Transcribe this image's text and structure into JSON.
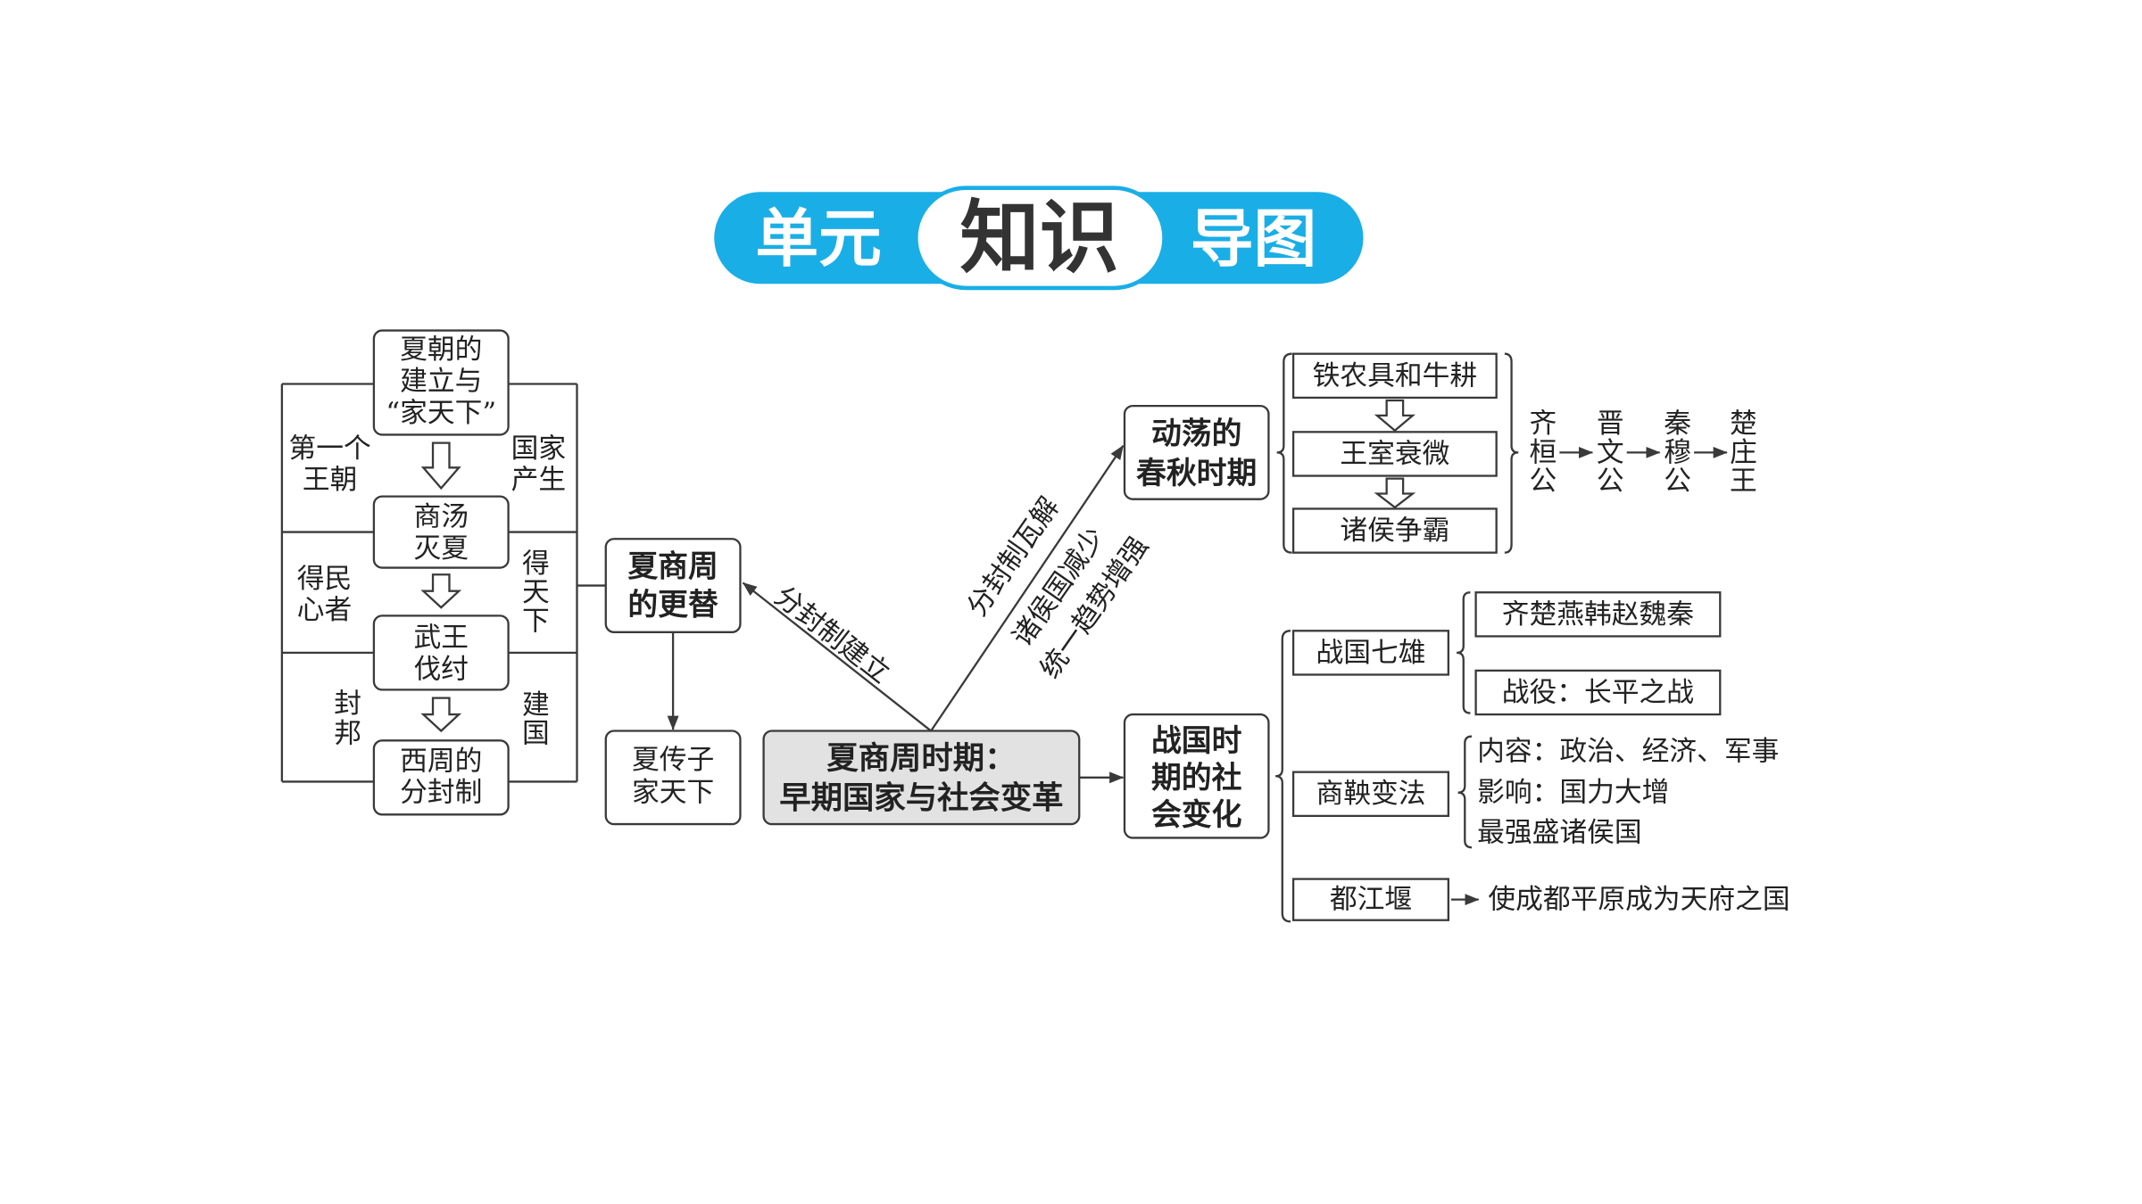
{
  "colors": {
    "banner": "#1aaee6",
    "title_dark": "#333333",
    "center_fill": "#e2e2e2",
    "stroke": "#3a3a3a",
    "text": "#222222"
  },
  "title": {
    "left": "单元",
    "middle": "知识",
    "right": "导图"
  },
  "origin_chain": {
    "boxes": [
      {
        "lines": [
          "夏朝的",
          "建立与",
          "“家天下”"
        ]
      },
      {
        "lines": [
          "商汤",
          "灭夏"
        ]
      },
      {
        "lines": [
          "武王",
          "伐纣"
        ]
      },
      {
        "lines": [
          "西周的",
          "分封制"
        ]
      }
    ],
    "left_notes": [
      {
        "lines": [
          "第一个",
          "王朝"
        ]
      },
      {
        "lines": [
          "得民",
          "心者"
        ]
      },
      {
        "lines": [
          "封",
          "邦"
        ]
      }
    ],
    "right_notes": [
      {
        "lines": [
          "国家",
          "产生"
        ]
      },
      {
        "lines": [
          "得",
          "天",
          "下"
        ]
      },
      {
        "lines": [
          "建",
          "国"
        ]
      }
    ]
  },
  "succession_box": {
    "lines": [
      "夏商周",
      "的更替"
    ]
  },
  "xia_box": {
    "lines": [
      "夏传子",
      "家天下"
    ]
  },
  "central_topic": {
    "lines": [
      "夏商周时期：",
      "早期国家与社会变革"
    ]
  },
  "edge_labels": {
    "to_succession": "分封制建立",
    "to_spring_autumn": [
      "分封制瓦解",
      "诸侯国减少",
      "统一趋势增强"
    ]
  },
  "spring_autumn": {
    "title": [
      "动荡的",
      "春秋时期"
    ],
    "chain": [
      "铁农具和牛耕",
      "王室衰微",
      "诸侯争霸"
    ],
    "hegemons": [
      [
        "齐",
        "桓",
        "公"
      ],
      [
        "晋",
        "文",
        "公"
      ],
      [
        "秦",
        "穆",
        "公"
      ],
      [
        "楚",
        "庄",
        "王"
      ]
    ]
  },
  "warring_states": {
    "title": [
      "战国时",
      "期的社",
      "会变化"
    ],
    "seven_powers": {
      "label": "战国七雄",
      "details": [
        "齐楚燕韩赵魏秦",
        "战役：长平之战"
      ]
    },
    "shang_yang": {
      "label": "商鞅变法",
      "details": [
        "内容：政治、经济、军事",
        "影响：国力大增",
        "最强盛诸侯国"
      ]
    },
    "dujiangyan": {
      "label": "都江堰",
      "result": "使成都平原成为天府之国"
    }
  }
}
